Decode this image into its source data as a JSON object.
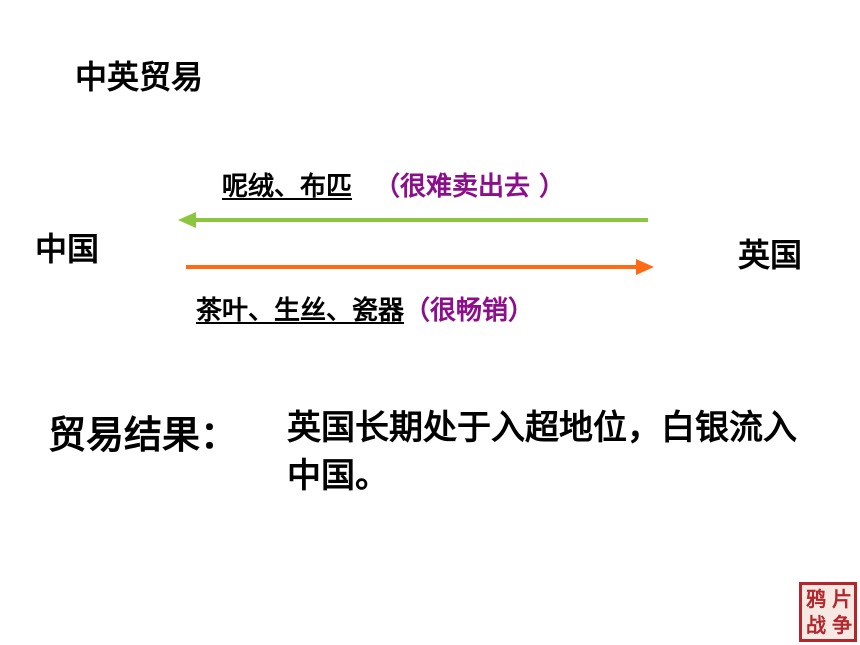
{
  "title": "中英贸易",
  "nodes": {
    "china": "中国",
    "britain": "英国"
  },
  "flows": {
    "to_china": {
      "goods": "呢绒、布匹",
      "note": "（很难卖出去 ）",
      "arrow_color": "#8cc63f"
    },
    "to_britain": {
      "goods": "茶叶、生丝、瓷器",
      "note": "（很畅销）",
      "arrow_color": "#ff6a13"
    }
  },
  "result": {
    "label": "贸易结果：",
    "text": "英国长期处于入超地位，白银流入中国。"
  },
  "seal": {
    "chars": [
      "片",
      "鸦",
      "争",
      "战"
    ],
    "color": "#b3262b"
  }
}
